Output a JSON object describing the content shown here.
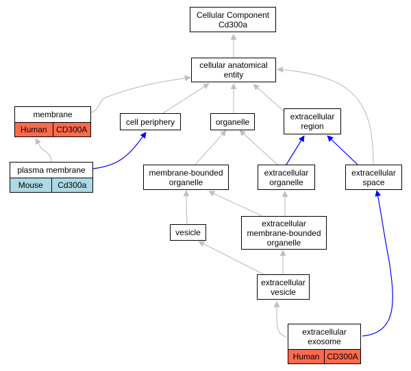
{
  "colors": {
    "edge_gray": "#c0c0c0",
    "edge_blue": "#0000ff",
    "human": "#fa6a4c",
    "mouse": "#add8e6"
  },
  "nodes": {
    "root": "Cellular Component\nCd300a",
    "anatomical": "cellular anatomical\nentity",
    "membrane": {
      "title": "membrane",
      "species": "Human",
      "gene": "CD300A"
    },
    "periphery": "cell periphery",
    "organelle": "organelle",
    "extra_region": "extracellular\nregion",
    "plasma": {
      "title": "plasma membrane",
      "species": "Mouse",
      "gene": "Cd300a"
    },
    "mbo": "membrane-bounded\norganelle",
    "extra_org": "extracellular\norganelle",
    "extra_space": "extracellular\nspace",
    "vesicle": "vesicle",
    "emb": "extracellular\nmembrane-bounded\norganelle",
    "extra_vesicle": "extracellular\nvesicle",
    "exosome": {
      "title": "extracellular\nexosome",
      "species": "Human",
      "gene": "CD300A"
    }
  }
}
